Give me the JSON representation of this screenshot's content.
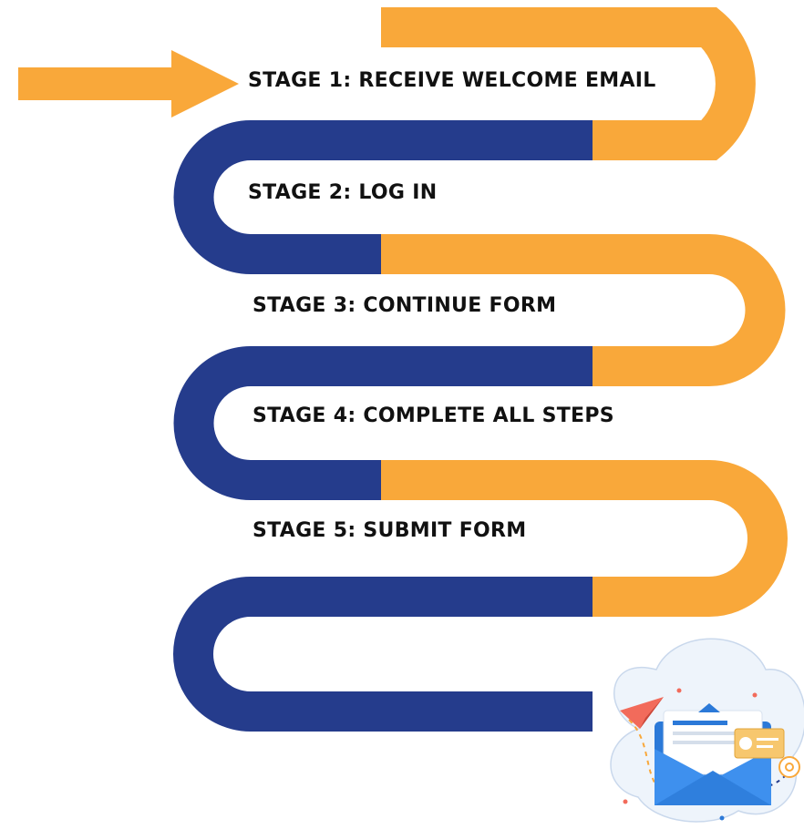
{
  "stages": [
    {
      "label": "STAGE 1: RECEIVE WELCOME EMAIL"
    },
    {
      "label": "STAGE 2: LOG IN"
    },
    {
      "label": "STAGE 3: CONTINUE FORM"
    },
    {
      "label": "STAGE 4: COMPLETE ALL STEPS"
    },
    {
      "label": "STAGE 5: SUBMIT FORM"
    }
  ],
  "colors": {
    "orange": "#F9A83A",
    "navy": "#253C8C",
    "text": "#111111"
  },
  "icons": {
    "start_arrow": "arrow-right-icon",
    "illustration": "email-envelope-illustration"
  }
}
